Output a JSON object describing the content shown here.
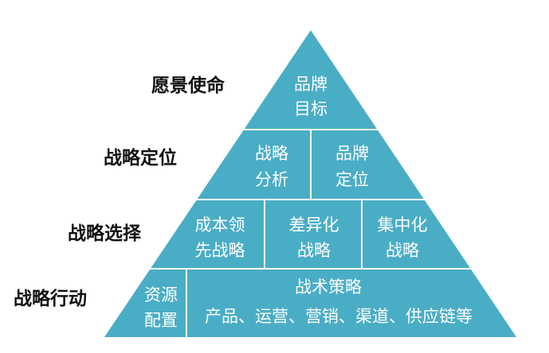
{
  "colors": {
    "pyramid_fill": "#4aadc6",
    "divider": "#ffffff",
    "text_on_pyramid": "#ffffff",
    "label_text": "#111111"
  },
  "levels": [
    {
      "label": "愿景使命",
      "cells": [
        {
          "lines": [
            "品牌",
            "目标"
          ]
        }
      ]
    },
    {
      "label": "战略定位",
      "cells": [
        {
          "lines": [
            "战略",
            "分析"
          ]
        },
        {
          "lines": [
            "品牌",
            "定位"
          ]
        }
      ]
    },
    {
      "label": "战略选择",
      "cells": [
        {
          "lines": [
            "成本领",
            "先战略"
          ]
        },
        {
          "lines": [
            "差异化",
            "战略"
          ]
        },
        {
          "lines": [
            "集中化",
            "战略"
          ]
        }
      ]
    },
    {
      "label": "战略行动",
      "cells": [
        {
          "lines": [
            "资源",
            "配置"
          ]
        },
        {
          "lines": [
            "战术策略",
            "产品、运营、营销、渠道、供应链等"
          ]
        }
      ]
    }
  ]
}
